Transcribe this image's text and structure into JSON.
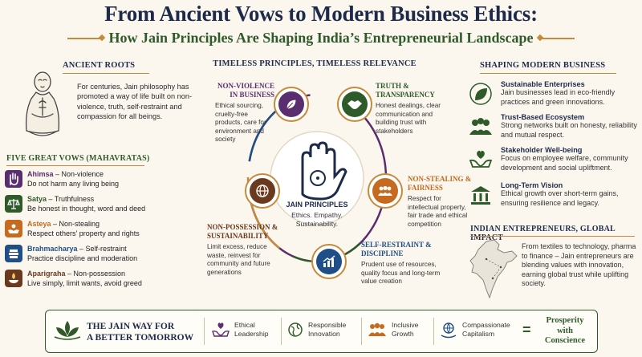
{
  "header": {
    "title": "From Ancient Vows to Modern Business Ethics:",
    "subtitle": "How Jain Principles Are Shaping India’s Entrepreneurial Landscape"
  },
  "roots": {
    "heading": "ANCIENT ROOTS",
    "text": "For centuries, Jain philosophy has promoted a way of life built on non-violence, truth, self-restraint and compassion for all beings."
  },
  "vows": {
    "heading": "FIVE GREAT VOWS (MAHAVRATAS)",
    "items": [
      {
        "name": "Ahimsa",
        "meaning": " – Non-violence",
        "desc": "Do not harm any living being",
        "color": "#5a2d6e"
      },
      {
        "name": "Satya",
        "meaning": " – Truthfulness",
        "desc": "Be honest in thought, word and deed",
        "color": "#2f5a2a"
      },
      {
        "name": "Asteya",
        "meaning": " – Non-stealing",
        "desc": "Respect others’ property and rights",
        "color": "#c56a1e"
      },
      {
        "name": "Brahmacharya",
        "meaning": " – Self-restraint",
        "desc": "Practice discipline and moderation",
        "color": "#1f4f86"
      },
      {
        "name": "Aparigraha",
        "meaning": " – Non-possession",
        "desc": "Live simply, limit wants, avoid greed",
        "color": "#6b3a1e"
      }
    ]
  },
  "center": {
    "heading": "TIMELESS PRINCIPLES, TIMELESS RELEVANCE",
    "label": "JAIN PRINCIPLES",
    "sub": "Ethics. Empathy. Sustainability.",
    "principles": [
      {
        "title": "NON-VIOLENCE IN BUSINESS",
        "desc": "Ethical sourcing, cruelty-free products, care for environment and society",
        "color": "#5a2d6e"
      },
      {
        "title": "TRUTH & TRANSPARENCY",
        "desc": "Honest dealings, clear communication and building trust with stakeholders",
        "color": "#2f5a2a"
      },
      {
        "title": "NON-STEALING & FAIRNESS",
        "desc": "Respect for intellectual property, fair trade and ethical competition",
        "color": "#c56a1e"
      },
      {
        "title": "SELF-RESTRAINT & DISCIPLINE",
        "desc": "Prudent use of resources, quality focus and long-term value creation",
        "color": "#1f4f86"
      },
      {
        "title": "NON-POSSESSION & SUSTAINABILITY",
        "desc": "Limit excess, reduce waste, reinvest for community and future generations",
        "color": "#6b3a1e"
      }
    ]
  },
  "modern": {
    "heading": "SHAPING MODERN BUSINESS",
    "items": [
      {
        "title": "Sustainable Enterprises",
        "desc": "Jain businesses lead in eco-friendly practices and green innovations."
      },
      {
        "title": "Trust-Based Ecosystem",
        "desc": "Strong networks built on honesty, reliability and mutual respect."
      },
      {
        "title": "Stakeholder Well-being",
        "desc": "Focus on employee welfare, community development and social upliftment."
      },
      {
        "title": "Long-Term Vision",
        "desc": "Ethical growth over short-term gains, ensuring resilience and legacy."
      }
    ]
  },
  "india": {
    "heading": "INDIAN ENTREPRENEURS, GLOBAL IMPACT",
    "text": "From textiles to technology, pharma to finance – Jain entrepreneurs are blending values with innovation, earning global trust while uplifting society."
  },
  "bottom": {
    "title_line1": "THE JAIN WAY FOR",
    "title_line2": "A BETTER TOMORROW",
    "items": [
      {
        "l1": "Ethical",
        "l2": "Leadership"
      },
      {
        "l1": "Responsible",
        "l2": "Innovation"
      },
      {
        "l1": "Inclusive",
        "l2": "Growth"
      },
      {
        "l1": "Compassionate",
        "l2": "Capitalism"
      }
    ],
    "equals": "=",
    "result_l1": "Prosperity",
    "result_l2": "with",
    "result_l3": "Conscience"
  },
  "colors": {
    "navy": "#1d2a4a",
    "green": "#2f5a2a",
    "gold": "#c58a3a",
    "background": "#fbf7ee"
  }
}
